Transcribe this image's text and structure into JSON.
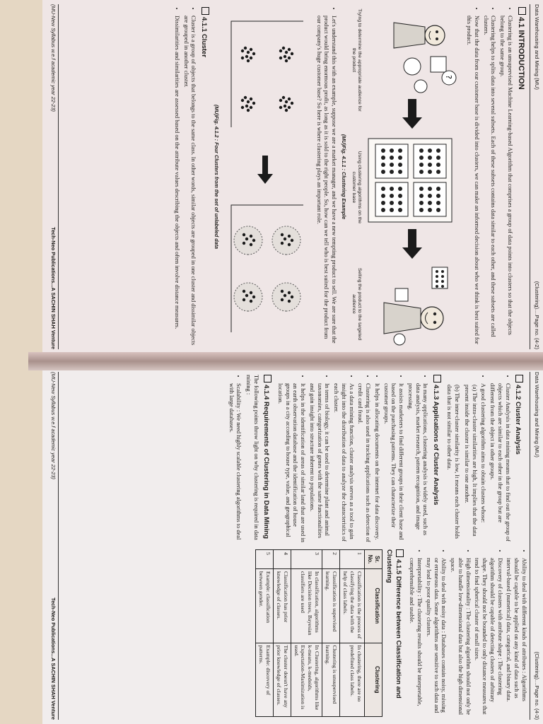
{
  "left": {
    "header_left": "Data Warehousing and Mining (MU)",
    "header_right": "(Clustering)....Page no. (4-2)",
    "sec_intro": "4.1 INTRODUCTION",
    "intro_bullets": [
      "Clustering is an unsupervised Machine Learning-based Algorithm that comprises a group of data points into clusters so that the objects belong to the same group.",
      "Clustering helps to splits data into several subsets. Each of these subsets contains data similar to each other, and these subsets are called clusters.",
      "Now that the data from our customer base is divided into clusters, we can make an informed decision about who we think is best suited for this product."
    ],
    "fig1_label_a": "Trying to determine the appropriate audience for the product",
    "fig1_label_b": "Using clustering algorithms on the customer base",
    "fig1_label_c": "Selling the product to the targeted audience",
    "fig1_caption": "(MU)Fig. 4.1.1 : Clustering Example",
    "example_para": "Let's understand this with an example, suppose we are a market manager, and we have a new tempting product to sell. We are sure that the product would bring enormous profit, as long as it is sold to the right people. So, how can we tell who is best suited for the product from our company's huge customer base? So here is where clustering plays an important role.",
    "fig2_caption": "(MU)Fig. 4.1.2 : Four Clusters from the set of unlabeled data",
    "sec_cluster": "4.1.1 Cluster",
    "cluster_bullets": [
      "Cluster is a group of objects that belongs to the same class. In other words, similar objects are grouped in one cluster and dissimilar objects are grouped in another cluster.",
      "Dissimilarities and similarities are assessed based on the attribute values describing the objects and often involve distance measures."
    ],
    "footer_left": "(MU-New Syllabus w.e.f academic year 22-23)",
    "footer_right": "Tech-Neo Publications...A SACHIN SHAH Venture"
  },
  "right": {
    "header_left": "Data Warehousing and Mining (MU)",
    "header_right": "(Clustering)....Page no. (4-3)",
    "sec_analysis": "4.1.2 Cluster Analysis",
    "analysis_bullets": [
      "Cluster Analysis in data mining means that to find out the group of objects which are similar to each other in the group but are different from the object in other groups.",
      "A good clustering algorithm aims to obtain clusters whose:"
    ],
    "analysis_items": [
      "(a) The intra-cluster similarities are high, It implies that the data present inside the cluster is similar to one another.",
      "(b) The inter-cluster similarity is low, It means each cluster holds data that is not similar to other data."
    ],
    "sec_apps": "4.1.3 Applications of Cluster Analysis",
    "apps_bullets": [
      "In many applications, clustering analysis is widely used, such as data analysis, market research, pattern recognition, and image processing.",
      "It assists marketers to find different groups in their client base and based on the purchasing patterns. They can characterize their customer groups.",
      "It helps in allocating documents on the internet for data discovery.",
      "Clustering is also used in tracking applications such as detection of credit card fraud.",
      "As a data mining function, cluster analysis serves as a tool to gain insight into the distribution of data to analyze the characteristics of each cluster.",
      "In terms of biology, it can be used to determine plant and animal taxonomies, categorization of genes with the same functionalities and gain insight into structure inherent to populations.",
      "It helps in the identification of areas of similar land that are used in an earth observation database and the identification of house groups in a city according to house type, value, and geographical location."
    ],
    "sec_req": "4.1.4 Requirements of Clustering in Data Mining",
    "req_intro": "The following points throw light on why clustering is required in data mining :",
    "req_bullets": [
      "Scalability : We need highly scalable clustering algorithms to deal with large databases."
    ],
    "col2_bullets": [
      "Ability to deal with different kinds of attributes : Algorithms should be capable to be applied on any kind of data such as interval-based (numerical) data, categorical, and binary data.",
      "Discovery of clusters with attribute shape : The clustering algorithm should be capable of detecting clusters of arbitrary shape. They should not be bounded to only distance measures that tend to find spherical cluster of small sizes.",
      "High dimensionality : The clustering algorithm should not only be able to handle low-dimensional data but also the high dimensional space.",
      "Ability to deal with noisy data : Databases contain noisy, missing or erroneous data. Some algorithms are sensitive to such data and may lead to poor quality clusters.",
      "Interpretability : The clustering results should be interpretable, comprehensible and usable."
    ],
    "sec_diff": "4.1.5 Difference between Classification and Clustering",
    "table": {
      "headers": [
        "Sr. No.",
        "Classification",
        "Clustering"
      ],
      "rows": [
        [
          "1",
          "Classification is the process of classifying the data with the help of class labels.",
          "In clustering, there are no predefined class labels."
        ],
        [
          "2",
          "Classification is supervised learning.",
          "Clustering is unsupervised learning."
        ],
        [
          "3",
          "In classification, algorithms like Decision trees, Bayesian classifiers are used",
          "In Clustering, algorithms like k-means, k-medoids, Expectation-Maximization is used."
        ],
        [
          "4",
          "Classification has prior knowledge of classes.",
          "The cluster doesn't have any prior knowledge of classes."
        ],
        [
          "5",
          "Example: classification between gender.",
          "Example: discovery of patterns."
        ]
      ]
    },
    "footer_left": "(MU-New Syllabus w.e.f academic year 22-23)",
    "footer_right": "Tech-Neo Publications...A SACHIN SHAH Venture"
  }
}
